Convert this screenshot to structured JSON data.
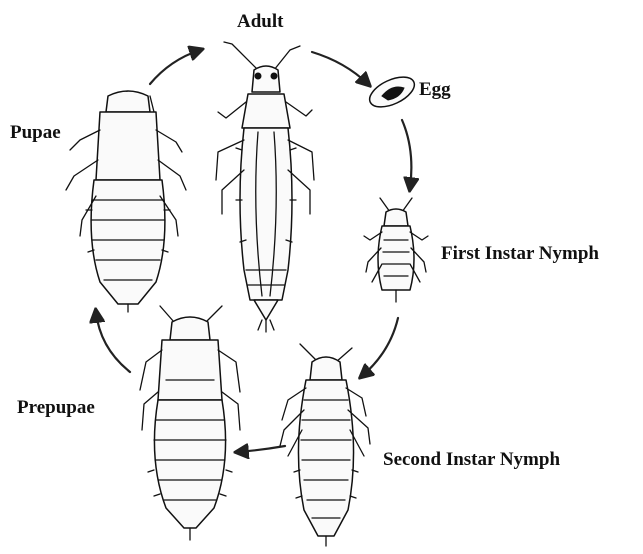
{
  "diagram": {
    "stages": {
      "adult": "Adult",
      "egg": "Egg",
      "first_instar": "First Instar Nymph",
      "second_instar": "Second Instar Nymph",
      "prepupa": "Prepupae",
      "pupa": "Pupae"
    },
    "colors": {
      "background": "#ffffff",
      "ink": "#111111"
    }
  }
}
